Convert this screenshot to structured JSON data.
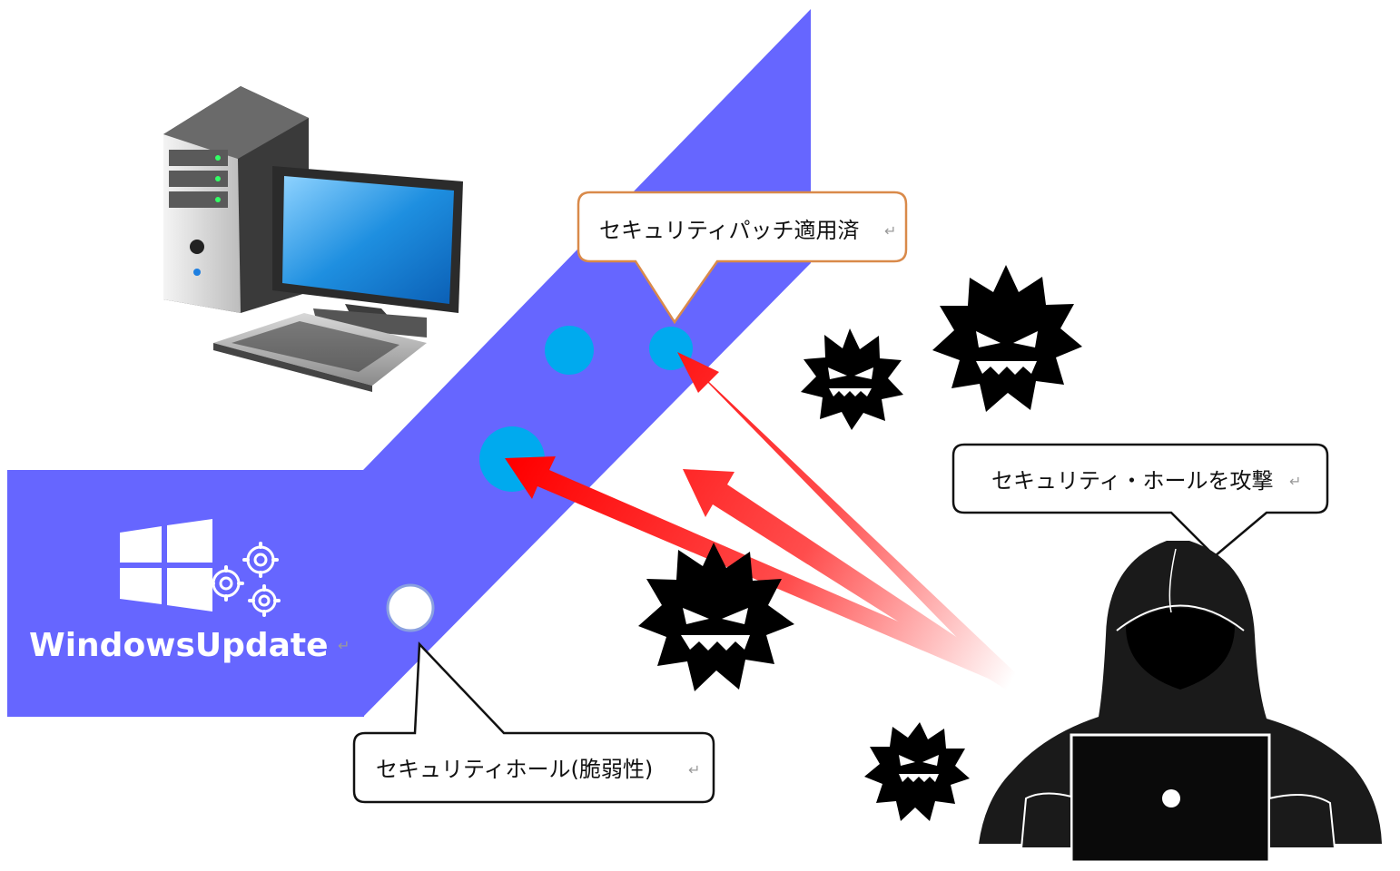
{
  "update_panel": {
    "title": "WindowsUpdate",
    "icon": "windows-logo-with-gears",
    "color": "#6666ff"
  },
  "defense_wall": {
    "color": "#6666ff",
    "hole_patched_color": "#00aaee",
    "hole_open_color": "#ffffff"
  },
  "callouts": {
    "patched": "セキュリティパッチ適用済",
    "attack": "セキュリティ・ホールを攻撃",
    "hole": "セキュリティホール(脆弱性)"
  },
  "colors": {
    "arrow": "#ff0000",
    "callout_orange_border": "#d98a4a",
    "callout_dark_border": "#111111",
    "virus": "#000000"
  },
  "icons": [
    "desktop-computer-icon",
    "windows-logo-icon",
    "gear-icon",
    "virus-icon",
    "hacker-icon",
    "laptop-icon"
  ]
}
